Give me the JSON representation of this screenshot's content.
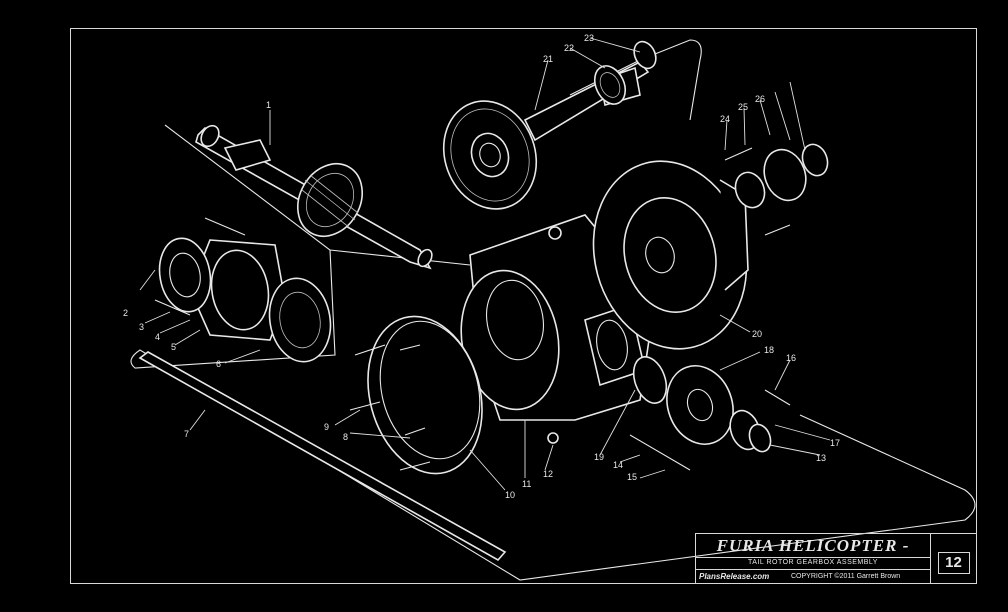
{
  "title_block": {
    "title": "FURIA HELICOPTER -",
    "subtitle": "TAIL ROTOR GEARBOX ASSEMBLY",
    "website": "PlansRelease.com",
    "copyright": "COPYRIGHT ©2011 Garrett Brown",
    "page_number": "12"
  },
  "callouts": [
    "1",
    "2",
    "3",
    "4",
    "5",
    "6",
    "7",
    "8",
    "9",
    "10",
    "11",
    "12",
    "13",
    "14",
    "15",
    "16",
    "17",
    "18",
    "19",
    "20",
    "21",
    "22",
    "23",
    "24",
    "25",
    "26"
  ]
}
